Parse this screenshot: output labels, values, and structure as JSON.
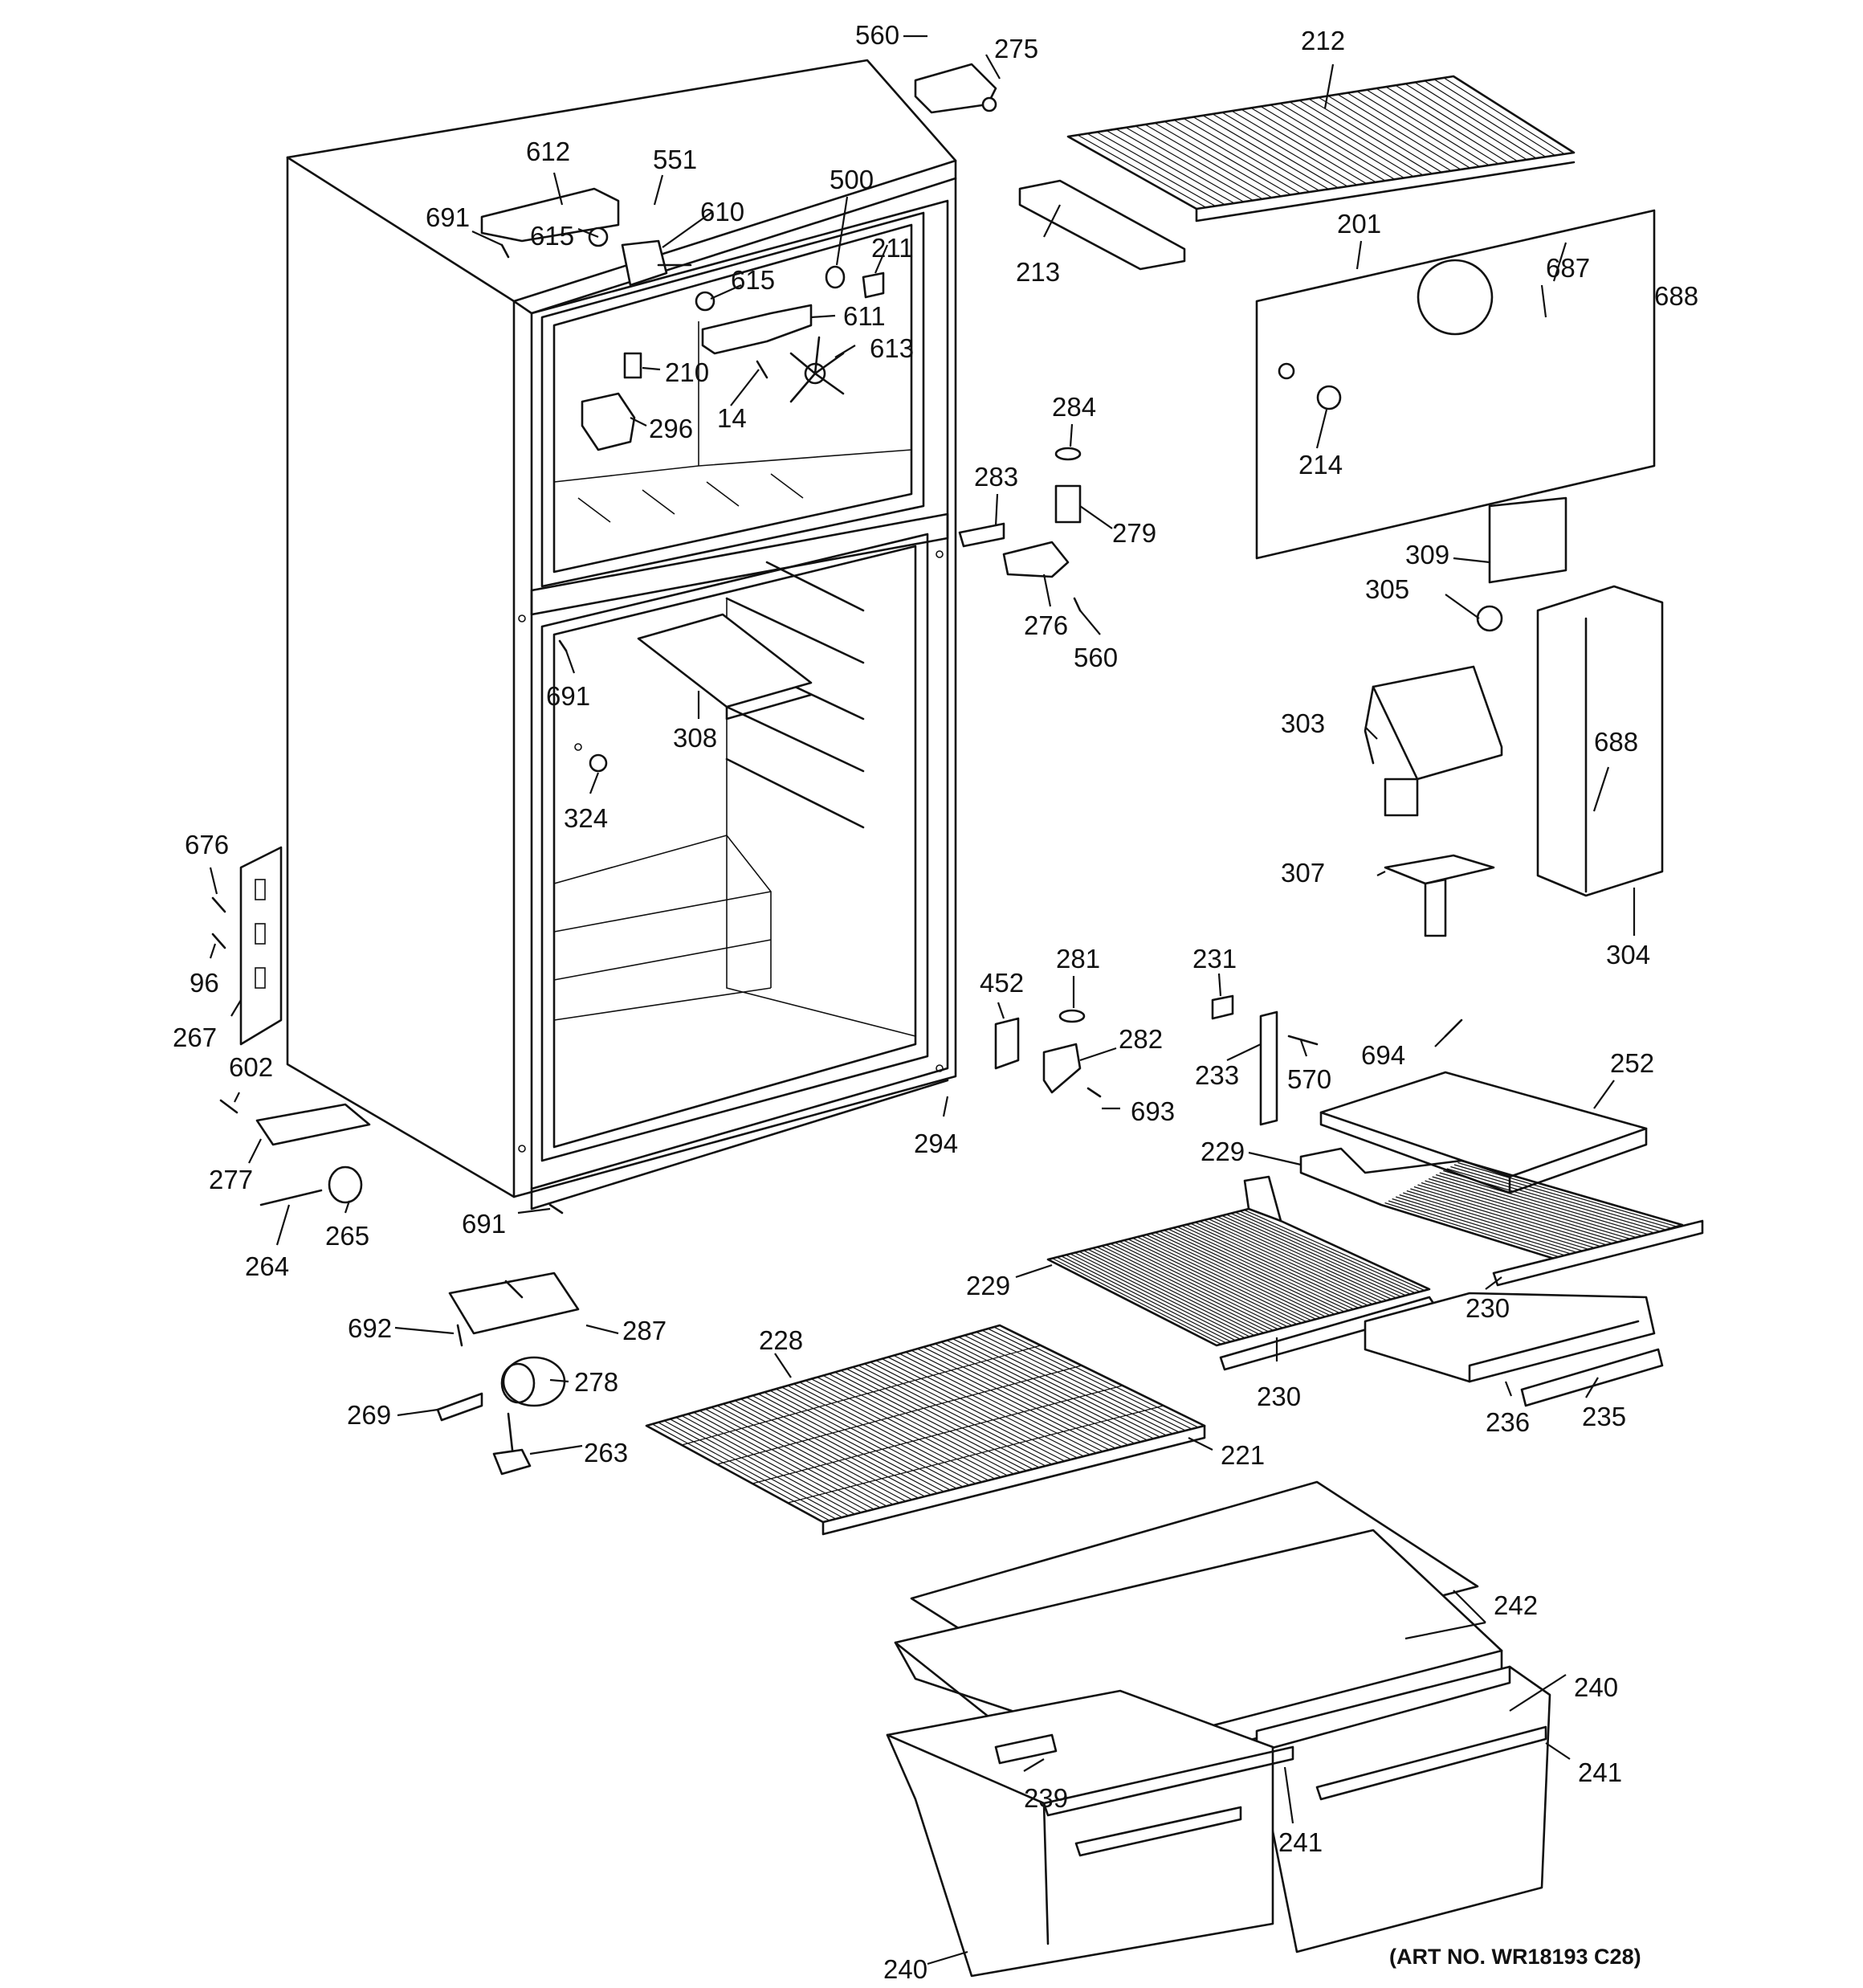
{
  "diagram": {
    "art_number": "(ART NO. WR18193 C28)",
    "callouts": [
      "560",
      "275",
      "212",
      "612",
      "551",
      "500",
      "610",
      "691",
      "615",
      "211",
      "615",
      "611",
      "613",
      "210",
      "14",
      "296",
      "213",
      "201",
      "687",
      "688",
      "214",
      "284",
      "283",
      "279",
      "276",
      "560",
      "309",
      "305",
      "691",
      "308",
      "303",
      "324",
      "688",
      "307",
      "304",
      "676",
      "96",
      "267",
      "452",
      "281",
      "231",
      "282",
      "233",
      "570",
      "694",
      "252",
      "602",
      "693",
      "294",
      "229",
      "277",
      "691",
      "264",
      "265",
      "229",
      "230",
      "692",
      "287",
      "230",
      "228",
      "236",
      "235",
      "278",
      "269",
      "263",
      "221",
      "242",
      "240",
      "241",
      "239",
      "241",
      "240"
    ]
  }
}
